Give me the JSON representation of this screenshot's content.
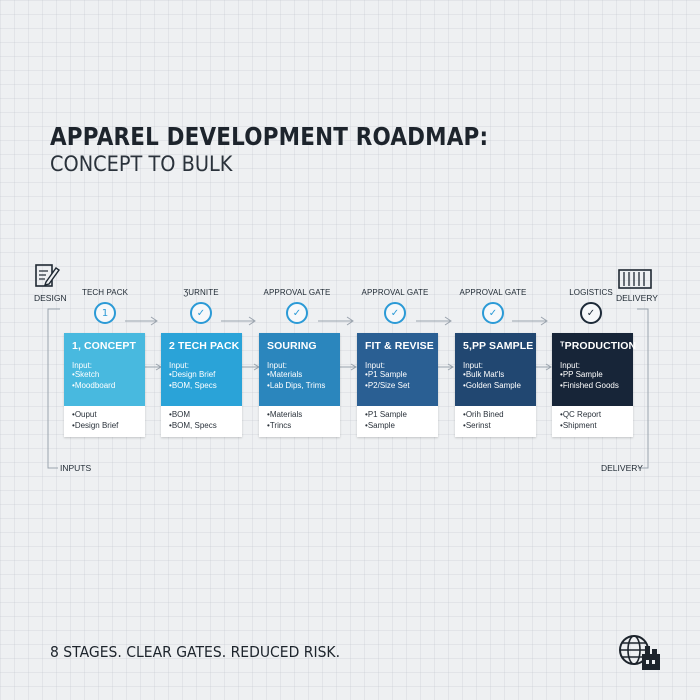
{
  "title": {
    "line1": "APPAREL DEVELOPMENT ROADMAP:",
    "line2": "CONCEPT TO BULK"
  },
  "edges": {
    "design_label": "DESIGN",
    "delivery_top_label": "DELIVERY",
    "inputs_label": "INPUTS",
    "delivery_bottom_label": "DELIVERY"
  },
  "gates": [
    {
      "label": "TECH PACK",
      "mark": "1",
      "style": "number"
    },
    {
      "label": "ƷURNITE",
      "mark": "✓",
      "style": "check"
    },
    {
      "label": "APPROVAL GATE",
      "mark": "✓",
      "style": "check"
    },
    {
      "label": "APPROVAL GATE",
      "mark": "✓",
      "style": "check"
    },
    {
      "label": "APPROVAL GATE",
      "mark": "✓",
      "style": "check"
    },
    {
      "label": "LOGISTICS",
      "mark": "✓",
      "style": "dark-check"
    }
  ],
  "stages": [
    {
      "title": "1, CONCEPT",
      "input_label": "Input:",
      "inputs": [
        "Sketch",
        "Moodboard"
      ],
      "outputs": [
        "Ouput",
        "Design Brief"
      ],
      "color": "#48b9df",
      "text_color": "#ffffff"
    },
    {
      "title": "2 TECH PACK",
      "input_label": "Input:",
      "inputs": [
        "Design Brief",
        "BOM, Specs"
      ],
      "outputs": [
        "BOM",
        "BOM, Specs"
      ],
      "color": "#2aa3d8",
      "text_color": "#ffffff"
    },
    {
      "title": "SOURING",
      "input_label": "Input:",
      "inputs": [
        "Materials",
        "Lab Dips, Trims"
      ],
      "outputs": [
        "Materials",
        "Trincs"
      ],
      "color": "#2b86bd",
      "text_color": "#ffffff"
    },
    {
      "title": "FIT & REVISE",
      "input_label": "Input:",
      "inputs": [
        "P1 Sample",
        "P2/Size Set"
      ],
      "outputs": [
        "P1 Sample",
        "Sample"
      ],
      "color": "#2a5f93",
      "text_color": "#ffffff"
    },
    {
      "title": "5,PP SAMPLE",
      "input_label": "Input:",
      "inputs": [
        "Bulk Mat'ls",
        "Golden Sample"
      ],
      "outputs": [
        "Orih Bined",
        "Serinst"
      ],
      "color": "#214771",
      "text_color": "#ffffff"
    },
    {
      "title": "ᵀPRODUCTION",
      "input_label": "Input:",
      "inputs": [
        "PP Sample",
        "Finished Goods"
      ],
      "outputs": [
        "QC Report",
        "Shipment"
      ],
      "color": "#172538",
      "text_color": "#ffffff"
    }
  ],
  "footer": "8 STAGES. CLEAR GATES. REDUCED RISK.",
  "icons": {
    "top_left": "document-pencil-icon",
    "top_right": "shipping-container-icon",
    "bottom_right": "globe-factory-icon"
  }
}
